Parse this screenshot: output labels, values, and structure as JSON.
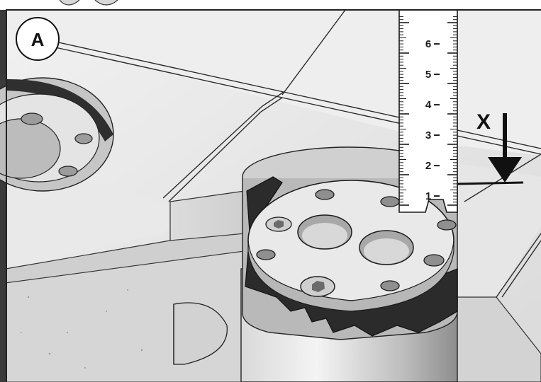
{
  "callout": {
    "label": "A"
  },
  "dimension": {
    "label": "X"
  },
  "ruler": {
    "tick_labels": [
      "6",
      "5",
      "4",
      "3",
      "2",
      "1"
    ]
  },
  "colors": {
    "line": "#1a1a1a",
    "surface_light": "#ececec",
    "surface_mid": "#c9c9c9",
    "surface_dark": "#3a3a3a",
    "background": "#ffffff"
  }
}
